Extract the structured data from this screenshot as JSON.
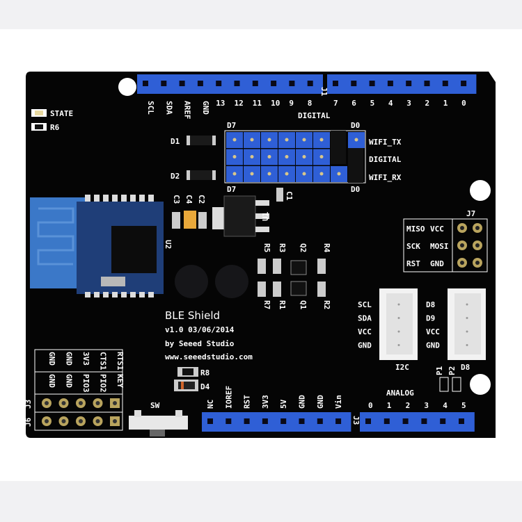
{
  "board": {
    "title": "BLE Shield",
    "version": "v1.0 03/06/2014",
    "maker": "by Seeed Studio",
    "url": "www.seeedstudio.com",
    "pcb_color": "#050505",
    "header_color": "#2f5fd6"
  },
  "top_header": {
    "left_labels": [
      "SCL",
      "SDA",
      "AREF",
      "GND",
      "13",
      "12",
      "11",
      "10",
      "9",
      "8"
    ],
    "right_labels": [
      "7",
      "6",
      "5",
      "4",
      "3",
      "2",
      "1",
      "0"
    ],
    "designator": "J1",
    "group_label": "DIGITAL"
  },
  "jumpers": {
    "d7_label": "D7",
    "d0_label": "D0",
    "rows": [
      "WIFI_TX",
      "DIGITAL",
      "WIFI_RX"
    ]
  },
  "leds": {
    "state": "STATE",
    "r6": "R6",
    "d1": "D1",
    "d2": "D2"
  },
  "components": {
    "c3": "C3",
    "c4": "C4",
    "c2": "C2",
    "u2": "U2",
    "u1": "U1",
    "c1": "C1",
    "r5": "R5",
    "r3": "R3",
    "q2": "Q2",
    "r4": "R4",
    "r7": "R7",
    "r1": "R1",
    "q1": "Q1",
    "r2": "R2",
    "r8": "R8",
    "d4": "D4",
    "sw": "SW",
    "p1": "P1",
    "p2": "P2"
  },
  "j7": {
    "label": "J7",
    "cells": [
      [
        "MISO",
        "VCC"
      ],
      [
        "SCK",
        "MOSI"
      ],
      [
        "RST",
        "GND"
      ]
    ]
  },
  "grove_i2c": {
    "label": "I2C",
    "pins": [
      "SCL",
      "SDA",
      "VCC",
      "GND"
    ]
  },
  "grove_d8": {
    "label": "D8",
    "pins": [
      "D8",
      "D9",
      "VCC",
      "GND"
    ]
  },
  "j3j6": {
    "labels": [
      "J3",
      "J6"
    ],
    "top_row": [
      "GND",
      "GND",
      "3V3",
      "CTS1",
      "RTS1"
    ],
    "bottom_row": [
      "GND",
      "GND",
      "PIO3",
      "PIO2",
      "KEY"
    ]
  },
  "power_header": {
    "labels": [
      "NC",
      "IOREF",
      "RST",
      "3V3",
      "5V",
      "GND",
      "GND",
      "Vin"
    ],
    "designator": "J3"
  },
  "analog_header": {
    "group_label": "ANALOG",
    "labels": [
      "0",
      "1",
      "2",
      "3",
      "4",
      "5"
    ]
  }
}
